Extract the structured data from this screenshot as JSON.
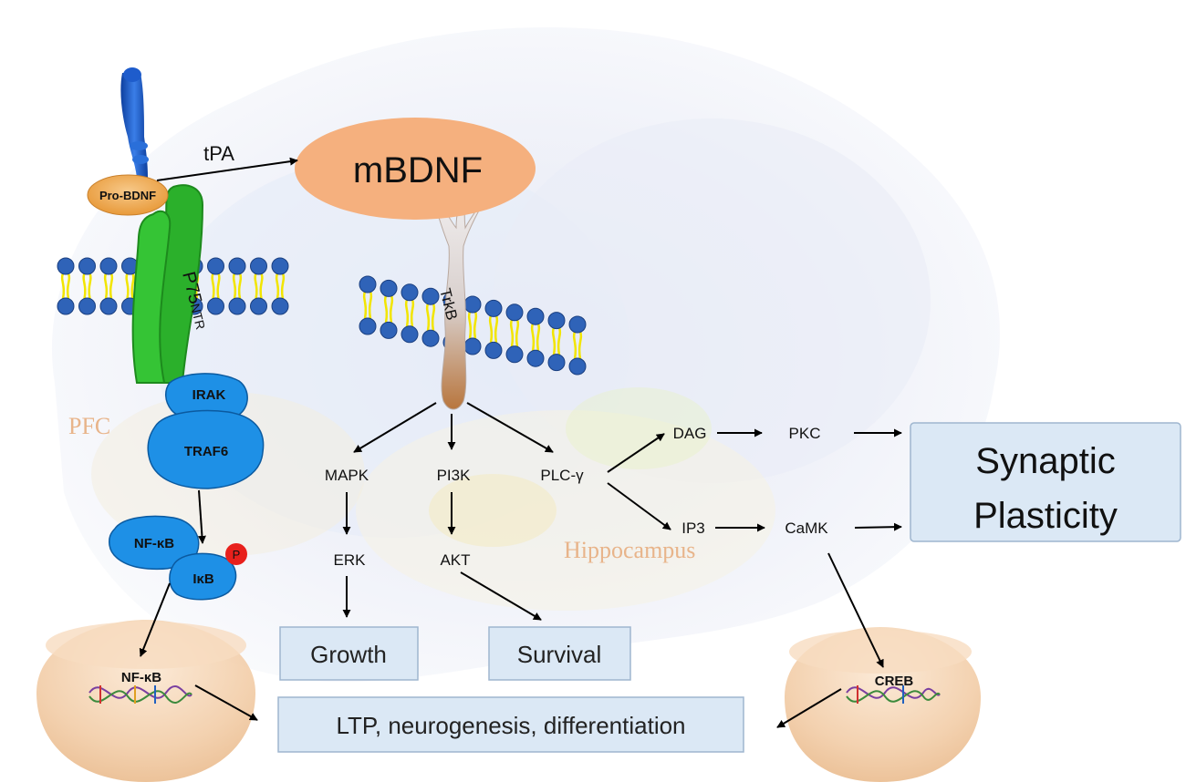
{
  "molecules": {
    "pro_bdnf": "Pro-BDNF",
    "tpa": "tPA",
    "mbdnf": "mBDNF",
    "p75_main": "P75",
    "p75_sub": "NTR",
    "trkb": "TrkB",
    "irak": "IRAK",
    "traf6": "TRAF6",
    "nfkb": "NF-κB",
    "ikb": "IκB",
    "phospho": "P",
    "nfkb_dna": "NF-κB",
    "creb": "CREB"
  },
  "pathways": {
    "mapk": "MAPK",
    "pi3k": "PI3K",
    "plc": "PLC-γ",
    "erk": "ERK",
    "akt": "AKT",
    "dag": "DAG",
    "ip3": "IP3",
    "pkc": "PKC",
    "camk": "CaMK"
  },
  "outcomes": {
    "growth": "Growth",
    "survival": "Survival",
    "ltp": "LTP, neurogenesis, differentiation",
    "synaptic_1": "Synaptic",
    "synaptic_2": "Plasticity"
  },
  "regions": {
    "pfc": "PFC",
    "hippocampus": "Hippocampus"
  },
  "colors": {
    "mbdnf": "#f5b07e",
    "pro_bdnf": "#f0a44a",
    "p75": "#2bb02b",
    "adaptor": "#1e90e6",
    "phospho": "#e8201c",
    "lipid_head": "#2f63b8",
    "lipid_tail": "#f2e500",
    "outcome_box": "#dbe8f5",
    "region_text": "#e8b48a"
  }
}
